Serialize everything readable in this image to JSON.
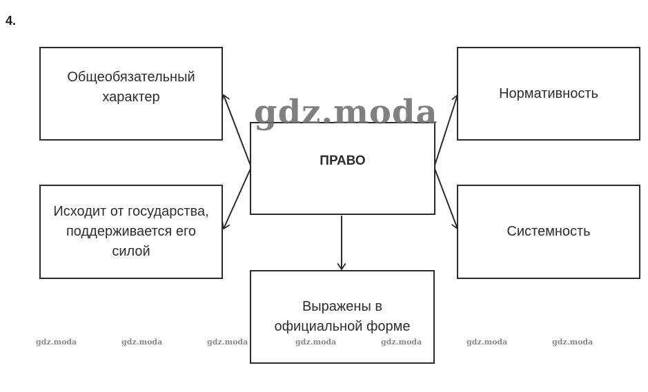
{
  "task_number": "4.",
  "center": {
    "label": "ПРАВО"
  },
  "left_top": {
    "label": "Общеобязательный характер"
  },
  "left_bottom": {
    "label": "Исходит от государства, поддерживается его силой"
  },
  "right_top": {
    "label": "Нормативность"
  },
  "right_bottom": {
    "label": "Системность"
  },
  "bottom": {
    "label": "Выражены в официальной форме"
  },
  "watermark": {
    "main": "gdz.moda",
    "small": [
      "gdz.moda",
      "gdz.moda",
      "gdz.moda",
      "gdz.moda",
      "gdz.moda",
      "gdz.moda",
      "gdz.moda"
    ]
  }
}
